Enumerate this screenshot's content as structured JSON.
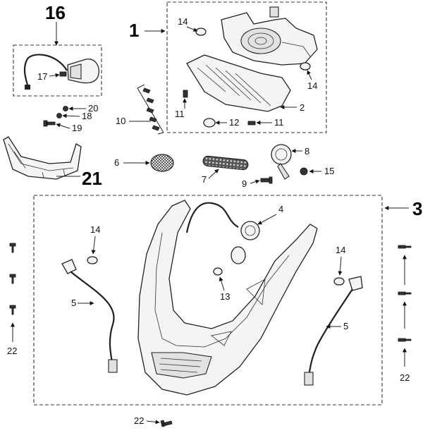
{
  "labels": {
    "n1": "1",
    "n2": "2",
    "n3": "3",
    "n4": "4",
    "n5a": "5",
    "n5b": "5",
    "n6": "6",
    "n7": "7",
    "n8": "8",
    "n9": "9",
    "n10": "10",
    "n11a": "11",
    "n11b": "11",
    "n12": "12",
    "n13": "13",
    "n14a": "14",
    "n14b": "14",
    "n14c": "14",
    "n14d": "14",
    "n15": "15",
    "n16": "16",
    "n17": "17",
    "n18": "18",
    "n19": "19",
    "n20": "20",
    "n21": "21",
    "n22a": "22",
    "n22b": "22",
    "n22c": "22"
  }
}
